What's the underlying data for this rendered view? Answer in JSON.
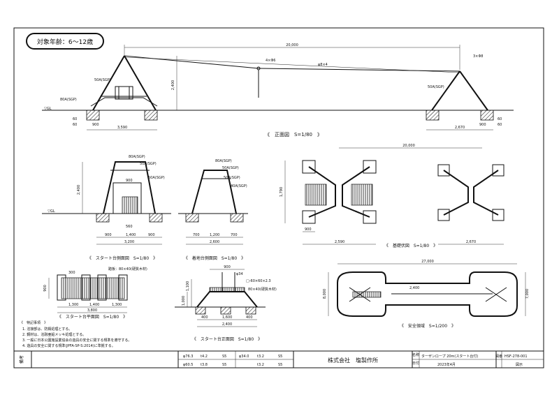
{
  "age_badge": "対象年齢：6～12歳",
  "front_view": {
    "caption": "《　正面図　S=1/80　》",
    "dims": {
      "total": "20,000",
      "height": "2,400",
      "left_base": "3,590",
      "left_small": "900",
      "right_base": "2,670",
      "right_small": "900",
      "left_ticks": [
        "60",
        "60"
      ],
      "right_ticks": [
        "60",
        "60"
      ]
    },
    "labels": {
      "gl": "▽GL",
      "pipe_left": "50A(SGP)",
      "pipe_right": "50A(SGP)",
      "rope_left": "4×Φ6",
      "rope_mid": "φ8×4",
      "rope_right": "3×Φ8",
      "slope_note": "80A(SGP)"
    }
  },
  "start_side": {
    "caption": "《　スタート台側面図　S=1/80　》",
    "dims": {
      "height": "2,400",
      "base": "3,200",
      "a": "900",
      "b": "1,400",
      "c": "900",
      "w1": "900",
      "w2": "560"
    },
    "labels": [
      "80A(SGP)",
      "50A(SGP)",
      "50A(SGP)",
      "▽GL"
    ]
  },
  "end_side": {
    "caption": "《　着地台側面図　S=1/80　》",
    "dims": {
      "base": "2,600",
      "a": "700",
      "b": "1,200",
      "c": "700"
    },
    "labels": [
      "80A(SGP)",
      "50A(SGP)",
      "50A(SGP)",
      "40A(SGP)"
    ]
  },
  "foundation": {
    "caption": "《　基礎伏図　S=1/80　》",
    "dims": {
      "total": "20,000",
      "left": "2,590",
      "right": "2,670",
      "small": "900",
      "height": "1,790"
    }
  },
  "start_plan": {
    "caption": "《　スタート台平面図　S=1/80　》",
    "dims": {
      "a": "1,300",
      "b": "1,400",
      "c": "1,300",
      "total": "3,800",
      "w": "900",
      "top": "300"
    },
    "note": "踏板：80×40(硬質木材)"
  },
  "start_front": {
    "caption": "《　スタート台正面図　S=1/80　》",
    "dims": {
      "top": "900",
      "a": "400",
      "b": "1,600",
      "c": "400",
      "total": "2,400",
      "h": "1,000",
      "h2": "1,100"
    },
    "labels": [
      "φ34",
      "□-60×60×2.3",
      "80×40(硬質木材)"
    ]
  },
  "safety": {
    "caption": "《　安全領域　S=1/200　》",
    "dims": {
      "total": "27,000",
      "left": "8,000",
      "right": "7,000",
      "mid": "2,400"
    }
  },
  "notes": {
    "title": "《　特記事項　》",
    "items": [
      "1. 溶接部は、防錆処理とする。",
      "2. 鋼材は、溶融亜鉛メッキ処理とする。",
      "3. 一般に日本公園施設業協会の遊具の安全に関する規準を遵守する。",
      "4. 遊具の安全に関する規準(JPFA-SP-S:2014)に準拠する。"
    ]
  },
  "title_block": {
    "side_label": "備考",
    "materials": [
      {
        "spec": "φ76.3",
        "t": "t4.2",
        "mark": "S5"
      },
      {
        "spec": "φ34.0",
        "t": "t3.2",
        "mark": "S5"
      },
      {
        "spec": "φ60.5",
        "t": "t3.8",
        "mark": "S5"
      },
      {
        "spec": "",
        "t": "t3.2",
        "mark": "S5"
      }
    ],
    "company": "株式会社　塩製作所",
    "product": "ターザンロープ 20m(スタート台付)",
    "date": "2023年4月",
    "drawing_no": "HSF-278-001",
    "drawing_type": "図示",
    "cells": [
      "名称",
      "日付",
      "図番"
    ]
  }
}
